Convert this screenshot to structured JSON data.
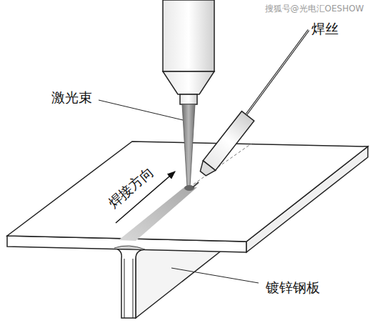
{
  "diagram": {
    "labels": [
      "搜狐号@光电汇OESHOW",
      "焊丝",
      "激光束",
      "焊接方向",
      "镀锌钢板"
    ]
  }
}
